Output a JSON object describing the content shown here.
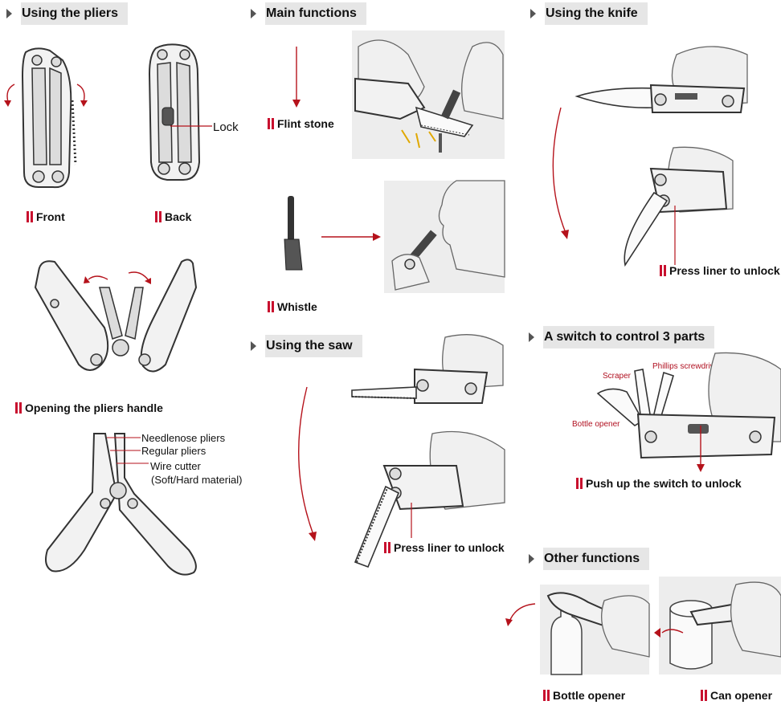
{
  "sections": {
    "pliers": {
      "title": "Using the pliers",
      "front": "Front",
      "back": "Back",
      "lock": "Lock",
      "opening": "Opening the pliers handle",
      "parts": [
        "Needlenose pliers",
        "Regular pliers",
        "Wire cutter",
        "(Soft/Hard material)"
      ]
    },
    "main": {
      "title": "Main functions",
      "flint": "Flint stone",
      "whistle": "Whistle"
    },
    "saw": {
      "title": "Using the saw",
      "unlock": "Press liner to unlock"
    },
    "knife": {
      "title": "Using the knife",
      "unlock": "Press liner to unlock"
    },
    "switch": {
      "title": "A switch to control 3 parts",
      "scraper": "Scraper",
      "phillips": "Phillips screwdriver",
      "bottle": "Bottle opener",
      "unlock": "Push up the switch to unlock"
    },
    "other": {
      "title": "Other functions",
      "bottle": "Bottle opener",
      "can": "Can opener"
    }
  },
  "colors": {
    "accent": "#c8102e",
    "header_bg": "#e6e6e6"
  }
}
